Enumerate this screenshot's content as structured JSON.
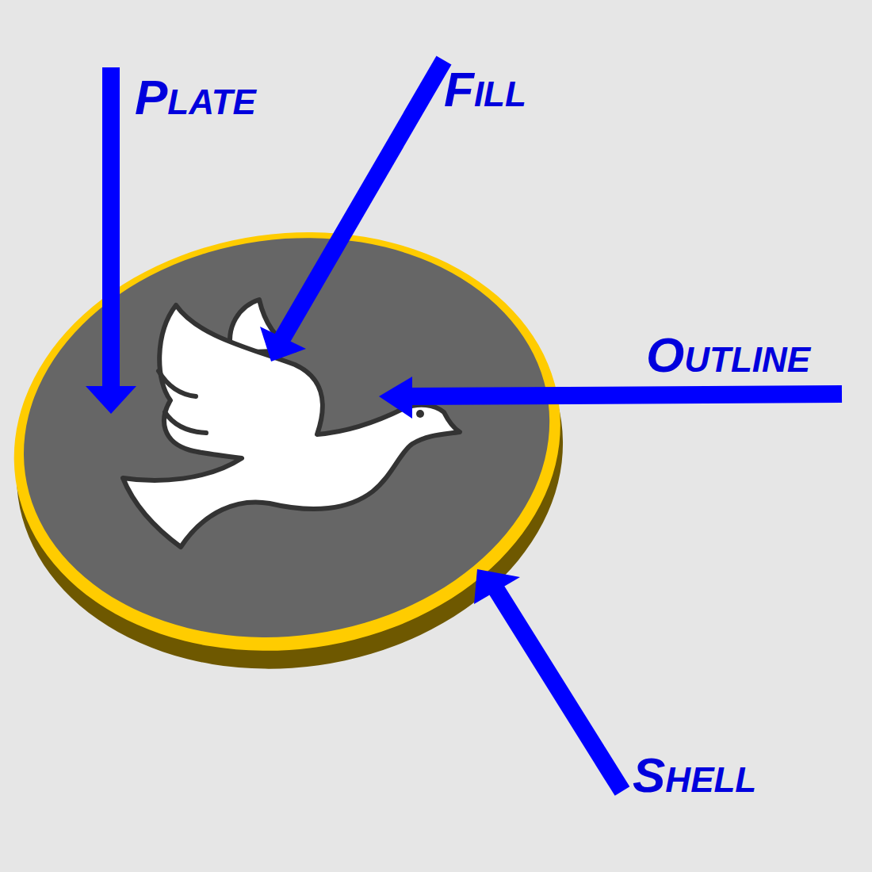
{
  "diagram": {
    "labels": [
      "PLATE",
      "FILL",
      "OUTLINE",
      "SHELL"
    ]
  }
}
